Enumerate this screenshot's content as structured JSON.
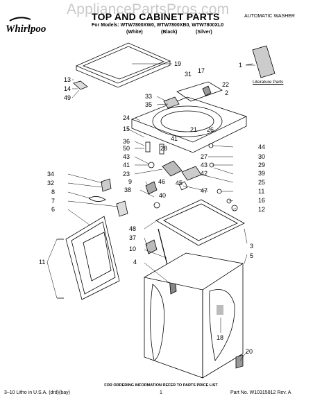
{
  "watermark": "AppliancePartsPros.com",
  "brand": "Whirlpool",
  "header": {
    "title": "TOP AND CABINET PARTS",
    "subtitle": "AUTOMATIC WASHER",
    "models": "For Models: WTW7800XW0, WTW7800XB0, WTW7800XL0",
    "colors": [
      "(White)",
      "(Black)",
      "(Silver)"
    ]
  },
  "literature": {
    "label": "Literature Parts"
  },
  "callouts": [
    {
      "id": "c19",
      "text": "19"
    },
    {
      "id": "c17",
      "text": "17"
    },
    {
      "id": "c31",
      "text": "31"
    },
    {
      "id": "c13",
      "text": "13"
    },
    {
      "id": "c14",
      "text": "14"
    },
    {
      "id": "c49",
      "text": "49"
    },
    {
      "id": "c22",
      "text": "22"
    },
    {
      "id": "c2",
      "text": "2"
    },
    {
      "id": "c33",
      "text": "33"
    },
    {
      "id": "c35",
      "text": "35"
    },
    {
      "id": "c24",
      "text": "24"
    },
    {
      "id": "c15",
      "text": "15"
    },
    {
      "id": "c21",
      "text": "21"
    },
    {
      "id": "c26",
      "text": "26"
    },
    {
      "id": "c41a",
      "text": "41"
    },
    {
      "id": "c36",
      "text": "36"
    },
    {
      "id": "c50",
      "text": "50"
    },
    {
      "id": "c28",
      "text": "28"
    },
    {
      "id": "c44",
      "text": "44"
    },
    {
      "id": "c30",
      "text": "30"
    },
    {
      "id": "c43a",
      "text": "43"
    },
    {
      "id": "c27",
      "text": "27"
    },
    {
      "id": "c41b",
      "text": "41"
    },
    {
      "id": "c43b",
      "text": "43"
    },
    {
      "id": "c29",
      "text": "29"
    },
    {
      "id": "c23",
      "text": "23"
    },
    {
      "id": "c42",
      "text": "42"
    },
    {
      "id": "c39",
      "text": "39"
    },
    {
      "id": "c34",
      "text": "34"
    },
    {
      "id": "c9",
      "text": "9"
    },
    {
      "id": "c46",
      "text": "46"
    },
    {
      "id": "c45",
      "text": "45"
    },
    {
      "id": "c25",
      "text": "25"
    },
    {
      "id": "c32",
      "text": "32"
    },
    {
      "id": "c47",
      "text": "47"
    },
    {
      "id": "c11a",
      "text": "11"
    },
    {
      "id": "c8",
      "text": "8"
    },
    {
      "id": "c38",
      "text": "38"
    },
    {
      "id": "c40",
      "text": "40"
    },
    {
      "id": "c7",
      "text": "7"
    },
    {
      "id": "c16",
      "text": "16"
    },
    {
      "id": "c6",
      "text": "6"
    },
    {
      "id": "c12",
      "text": "12"
    },
    {
      "id": "c48",
      "text": "48"
    },
    {
      "id": "c37",
      "text": "37"
    },
    {
      "id": "c3",
      "text": "3"
    },
    {
      "id": "c10",
      "text": "10"
    },
    {
      "id": "c5",
      "text": "5"
    },
    {
      "id": "c11b",
      "text": "11"
    },
    {
      "id": "c4",
      "text": "4"
    },
    {
      "id": "c18",
      "text": "18"
    },
    {
      "id": "c20",
      "text": "20"
    },
    {
      "id": "c1",
      "text": "1"
    }
  ],
  "footer": {
    "ordering": "FOR ORDERING INFORMATION REFER TO PARTS PRICE LIST",
    "left": "3–10 Litho in U.S.A. (drd)(bay)",
    "page": "1",
    "right": "Part No. W10315812 Rev. A"
  }
}
